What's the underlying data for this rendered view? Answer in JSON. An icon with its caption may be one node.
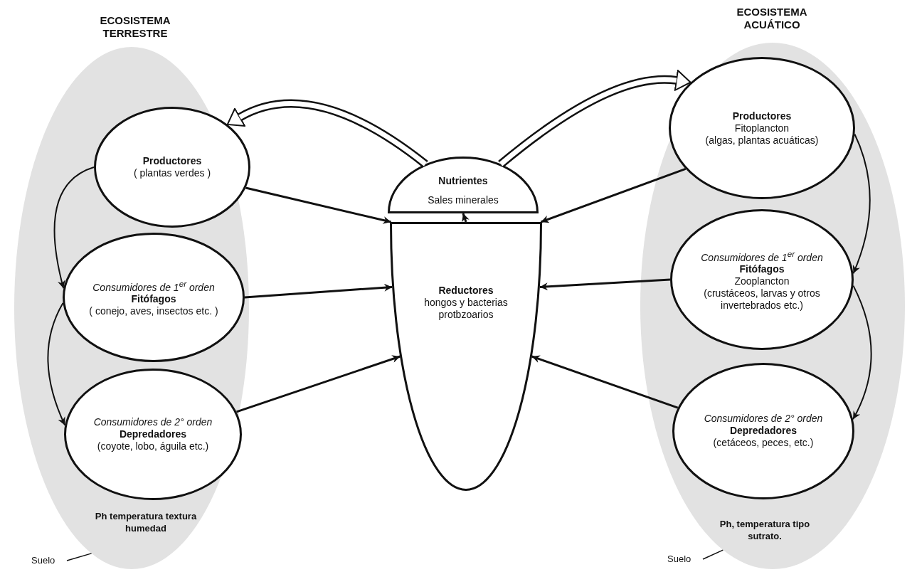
{
  "diagram": {
    "nodes": [
      {
        "text": [
          "ECOSISTEMA TERRESTRE",
          "Ph temperatura textura humedad"
        ]
      },
      {
        "text": [
          "Productores",
          "( plantas verdes )"
        ],
        "in": 0
      },
      {
        "text": [
          "Consumidores de 1$^{er}$ orden",
          "Fitófagos",
          "( conejo, aves, insectos etc. )"
        ],
        "in": 0
      },
      {
        "text": [
          "Consumidores de 2° orden",
          "Depredadores",
          "(coyote, lobo, águila etc.)"
        ],
        "in": 0
      },
      {
        "text": [
          "Suelo"
        ]
      },
      {
        "text": [
          "Nutrientes",
          "Sales minerales"
        ]
      },
      {
        "text": [
          "Reductores",
          "hongos y bacterias protbzoarios"
        ]
      },
      {
        "text": [
          "ECOSISTEMA ACUÁTICO",
          "Ph, temperatura tipo sutrato."
        ]
      },
      {
        "text": [
          "Productores",
          "Fitoplancton",
          "(algas, plantas acuáticas)"
        ],
        "in": 7
      },
      {
        "text": [
          "Consumidores de 1$^{er}$ orden",
          "Fitófagos",
          "Zooplancton",
          "(crustáceos, larvas y otros invertebrados etc.)"
        ],
        "in": 7
      },
      {
        "text": [
          "Consumidores de 2° orden",
          "Depredadores",
          "(cetáceos, peces, etc.)"
        ],
        "in": 7
      },
      {
        "text": [
          "Suelo"
        ]
      }
    ],
    "edges": [
      {
        "from": 5,
        "to": 1,
        "arrow": "to",
        "style": "thick"
      },
      {
        "from": 5,
        "to": 8,
        "arrow": "to",
        "style": "thick"
      },
      {
        "from": 1,
        "to": 6,
        "arrow": "to"
      },
      {
        "from": 2,
        "to": 6,
        "arrow": "to"
      },
      {
        "from": 3,
        "to": 6,
        "arrow": "to"
      },
      {
        "from": 8,
        "to": 6,
        "arrow": "to"
      },
      {
        "from": 9,
        "to": 6,
        "arrow": "to"
      },
      {
        "from": 10,
        "to": 6,
        "arrow": "to"
      },
      {
        "from": 6,
        "to": 5,
        "arrow": "to"
      },
      {
        "from": 1,
        "to": 2,
        "arrow": "to"
      },
      {
        "from": 2,
        "to": 3,
        "arrow": "to"
      },
      {
        "from": 8,
        "to": 9,
        "arrow": "to"
      },
      {
        "from": 9,
        "to": 10,
        "arrow": "to"
      },
      {
        "from": 4,
        "to": 0,
        "arrow": "none"
      },
      {
        "from": 11,
        "to": 7,
        "arrow": "none"
      }
    ]
  }
}
